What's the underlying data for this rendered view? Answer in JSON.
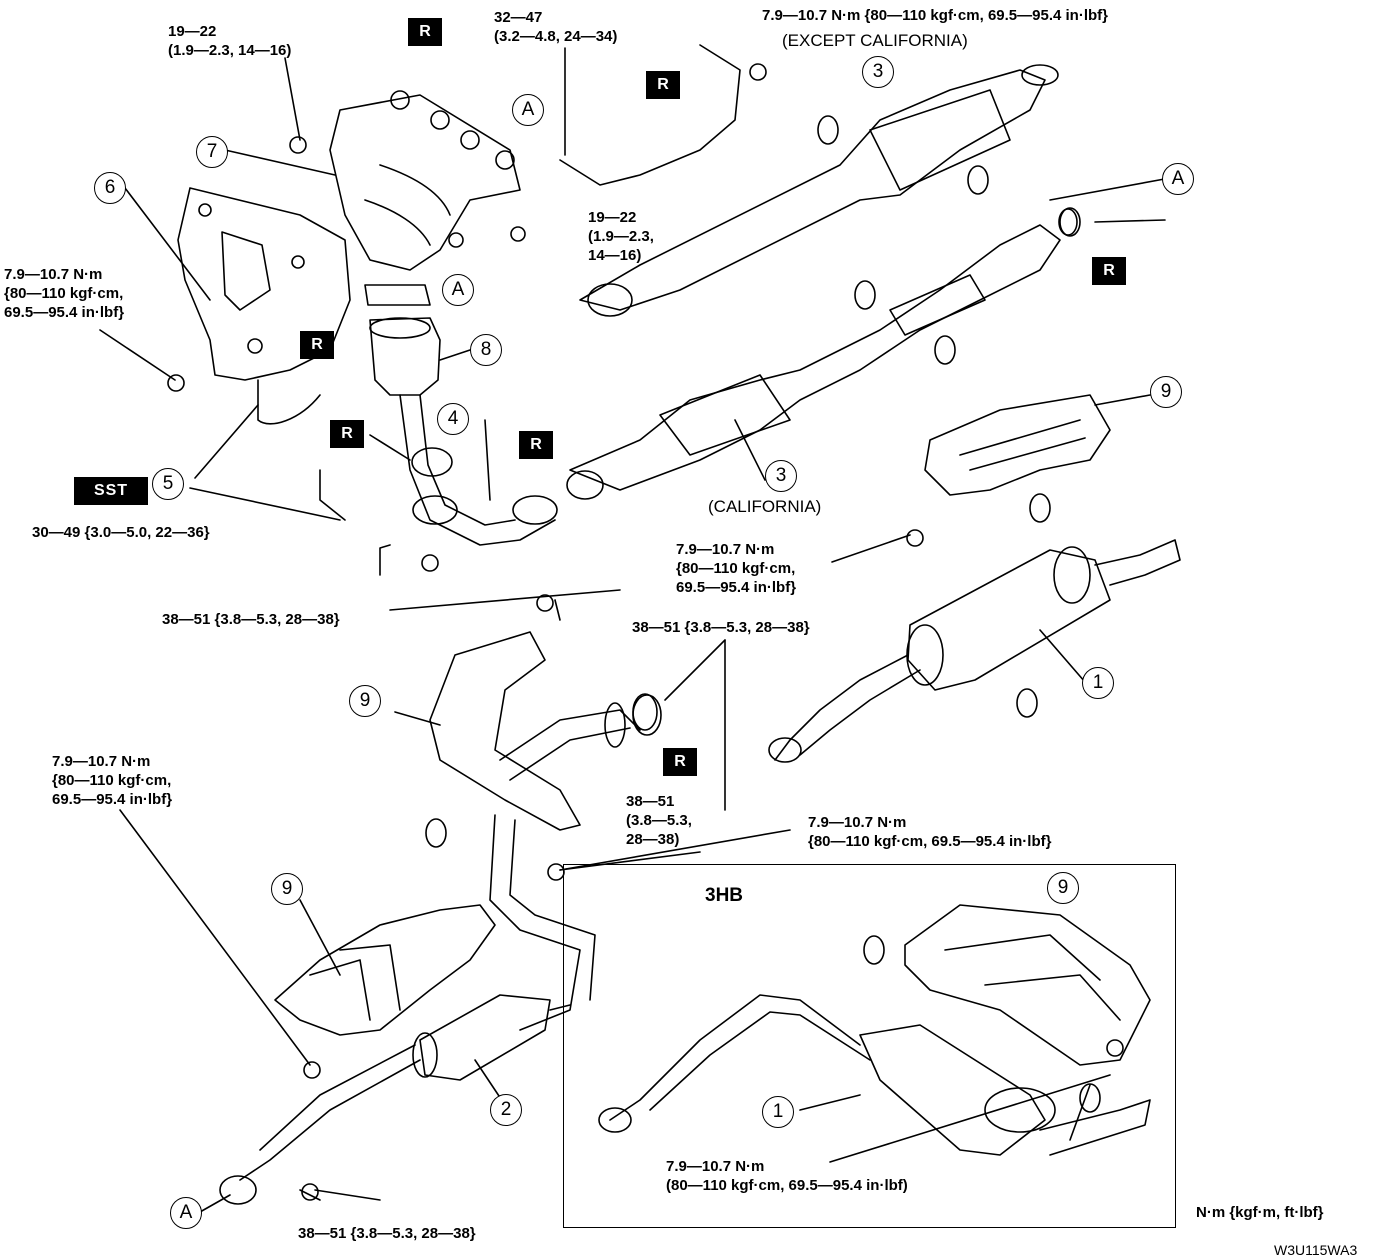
{
  "torque": {
    "t1922_top": "19—22\n(1.9—2.3, 14—16)",
    "t3247": "32—47\n(3.2—4.8, 24—34)",
    "t79_top": "7.9—10.7 N·m {80—110 kgf·cm, 69.5—95.4 in·lbf}",
    "t1922_mid": "19—22\n(1.9—2.3,\n14—16)",
    "t79_left": "7.9—10.7 N·m\n{80—110 kgf·cm,\n69.5—95.4 in·lbf}",
    "t3049": "30—49 {3.0—5.0, 22—36}",
    "t3851_a": "38—51 {3.8—5.3, 28—38}",
    "t79_right": "7.9—10.7 N·m\n{80—110 kgf·cm,\n69.5—95.4 in·lbf}",
    "t3851_b": "38—51 {3.8—5.3, 28—38}",
    "t79_lower_left": "7.9—10.7 N·m\n{80—110 kgf·cm,\n69.5—95.4 in·lbf}",
    "t3851_c": "38—51\n(3.8—5.3,\n28—38)",
    "t79_center": "7.9—10.7 N·m\n{80—110 kgf·cm, 69.5—95.4 in·lbf}",
    "t79_3hb": "7.9—10.7 N·m\n(80—110 kgf·cm, 69.5—95.4 in·lbf)",
    "t3851_bottom": "38—51 {3.8—5.3, 28—38}"
  },
  "notes": {
    "except_california": "(EXCEPT CALIFORNIA)",
    "california": "(CALIFORNIA)",
    "variant_3hb": "3HB",
    "units": "N·m {kgf·m, ft·lbf}",
    "figure_code": "W3U115WA3"
  },
  "tags": {
    "replace": "R",
    "sst": "SST"
  },
  "callouts": {
    "c1": "1",
    "c2": "2",
    "c3": "3",
    "c4": "4",
    "c5": "5",
    "c6": "6",
    "c7": "7",
    "c8": "8",
    "c9": "9",
    "ca": "A"
  }
}
